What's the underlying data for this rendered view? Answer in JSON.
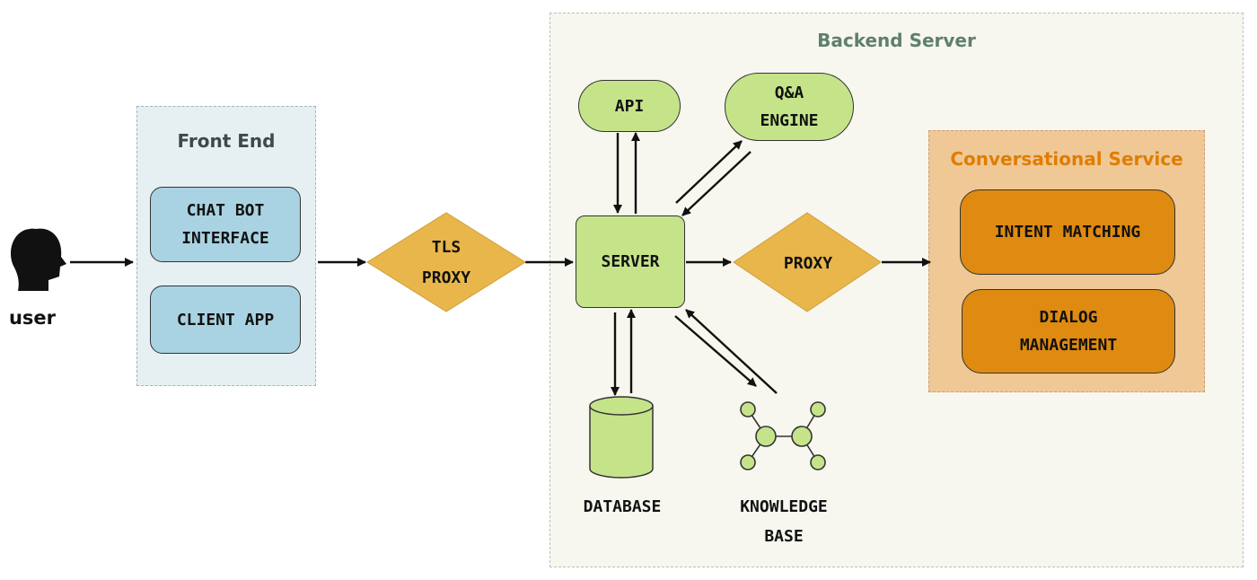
{
  "user": {
    "label": "user"
  },
  "front_end": {
    "title": "Front End",
    "chat_bot_interface": "CHAT BOT\nINTERFACE",
    "client_app": "CLIENT APP"
  },
  "tls_proxy": {
    "label": "TLS\nPROXY"
  },
  "backend": {
    "title": "Backend Server",
    "api": "API",
    "qa_engine": "Q&A\nENGINE",
    "server": "SERVER",
    "proxy": "PROXY",
    "database": "DATABASE",
    "knowledge_base": "KNOWLEDGE\nBASE"
  },
  "conversational_service": {
    "title": "Conversational Service",
    "intent_matching": "INTENT MATCHING",
    "dialog_management": "DIALOG\nMANAGEMENT"
  },
  "colors": {
    "frontend_fill": "#a9d3e2",
    "backend_fill": "#c5e48a",
    "proxy_fill": "#e8b64a",
    "convo_fill": "#df8a10",
    "convo_title": "#e07d00",
    "backend_title": "#5f7f6f"
  },
  "icons": {
    "user": "head-silhouette-icon",
    "knowledge_base": "graph-network-icon",
    "database": "cylinder-icon"
  }
}
